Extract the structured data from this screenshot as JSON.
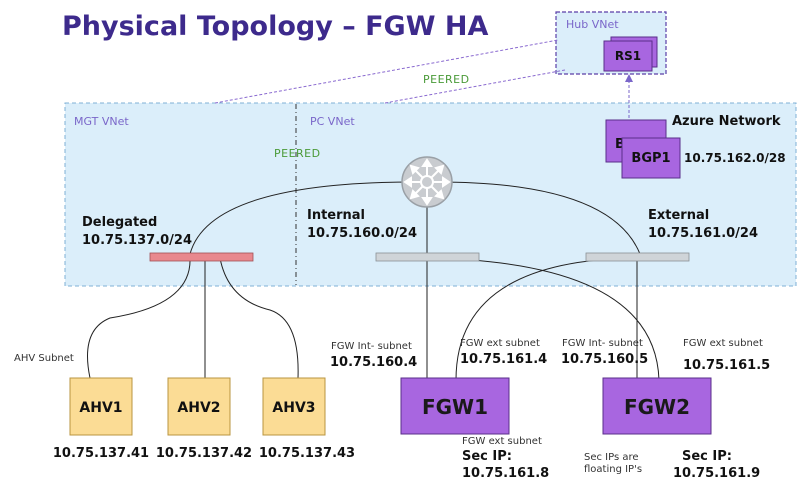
{
  "title": "Physical Topology – FGW HA",
  "regions": {
    "hub_vnet": "Hub VNet",
    "mgt_vnet": "MGT VNet",
    "pc_vnet": "PC VNet",
    "azure_network": "Azure Network"
  },
  "peering": {
    "peered_1": "PEERED",
    "peered_2": "PEERED"
  },
  "route_servers": {
    "rs1": "RS1",
    "bgp_back": "B",
    "bgp1": "BGP1",
    "bgp_subnet": "10.75.162.0/28"
  },
  "subnets": {
    "delegated": {
      "name": "Delegated",
      "cidr": "10.75.137.0/24"
    },
    "internal": {
      "name": "Internal",
      "cidr": "10.75.160.0/24"
    },
    "external": {
      "name": "External",
      "cidr": "10.75.161.0/24"
    }
  },
  "hosts": {
    "ahv_subnet_label": "AHV  Subnet",
    "items": [
      {
        "name": "AHV1",
        "ip": "10.75.137.41"
      },
      {
        "name": "AHV2",
        "ip": "10.75.137.42"
      },
      {
        "name": "AHV3",
        "ip": "10.75.137.43"
      }
    ]
  },
  "fgw1": {
    "name": "FGW1",
    "int_label": "FGW Int- subnet",
    "int_ip": "10.75.160.4",
    "ext_label": "FGW ext subnet",
    "ext_ip": "10.75.161.4",
    "sec_ext_label": "FGW ext subnet",
    "sec_ip_label": "Sec IP:",
    "sec_ip": "10.75.161.8"
  },
  "fgw2": {
    "name": "FGW2",
    "int_label": "FGW Int- subnet",
    "int_ip": "10.75.160.5",
    "ext_label": "FGW ext subnet",
    "ext_ip": "10.75.161.5",
    "sec_ip_label": "Sec IP:",
    "sec_ip": "10.75.161.9"
  },
  "floating_note": {
    "line1": "Sec IPs are",
    "line2": "floating IP's"
  },
  "colors": {
    "title": "#3d2a8c",
    "vnet_fill": "#dbeefa",
    "purple_box": "#a866e0",
    "ahv_box": "#fbdc95",
    "delegated_bar": "#e8888e",
    "subnet_bar": "#cfd4d8",
    "peer_green": "#4a9a38"
  }
}
